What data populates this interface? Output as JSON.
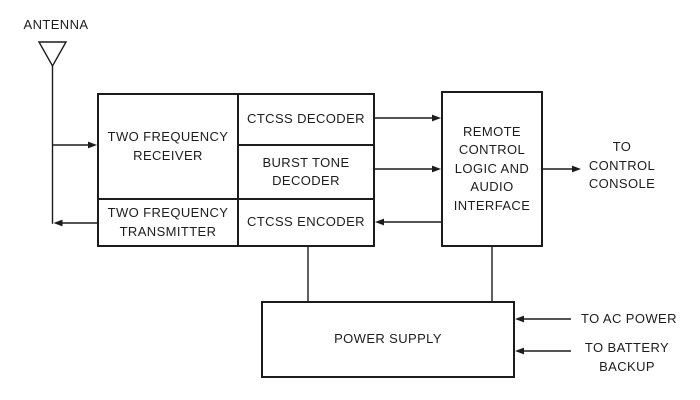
{
  "diagram": {
    "antenna_label": "ANTENNA",
    "boxes": {
      "receiver": "TWO FREQUENCY RECEIVER",
      "ctcss_decoder": "CTCSS DECODER",
      "burst_tone_decoder": "BURST TONE DECODER",
      "transmitter": "TWO FREQUENCY TRANSMITTER",
      "ctcss_encoder": "CTCSS ENCODER",
      "remote_control": "REMOTE CONTROL LOGIC AND AUDIO INTERFACE",
      "power_supply": "POWER SUPPLY"
    },
    "external_labels": {
      "control_console": "TO CONTROL CONSOLE",
      "ac_power": "TO AC POWER",
      "battery_backup": "TO BATTERY BACKUP"
    },
    "colors": {
      "line": "#1c1c1c",
      "background": "#ffffff"
    }
  }
}
